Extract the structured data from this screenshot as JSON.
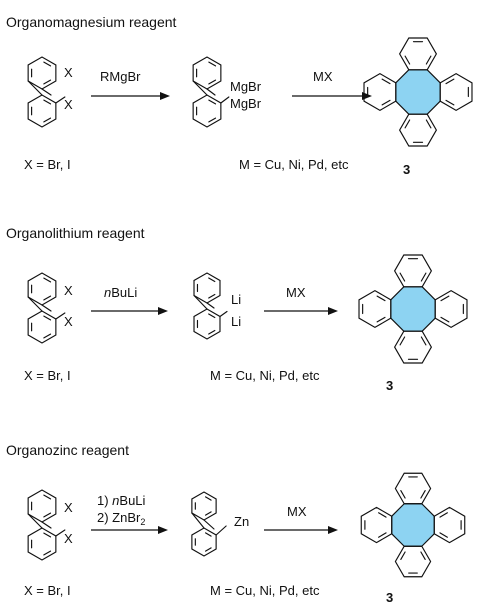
{
  "colors": {
    "cot_fill": "#8dd3f2",
    "new_bond": "#e0342b",
    "ink": "#111111"
  },
  "sections": [
    {
      "title": "Organomagnesium reagent",
      "substrate_sub1": "X",
      "substrate_sub2": "X",
      "substrate_caption": "X = Br, I",
      "reagent1_line1": "RMgBr",
      "reagent1_line2": "",
      "intermediate_label1": "MgBr",
      "intermediate_label2": "MgBr",
      "intermediate_bridge": "",
      "reagent2": "MX",
      "catalyst_caption": "M = Cu, Ni, Pd, etc",
      "product_number": "3"
    },
    {
      "title": "Organolithium reagent",
      "substrate_sub1": "X",
      "substrate_sub2": "X",
      "substrate_caption": "X = Br, I",
      "reagent1_line1": "nBuLi",
      "reagent1_line2": "",
      "intermediate_label1": "Li",
      "intermediate_label2": "Li",
      "intermediate_bridge": "",
      "reagent2": "MX",
      "catalyst_caption": "M = Cu, Ni, Pd, etc",
      "product_number": "3"
    },
    {
      "title": "Organozinc reagent",
      "substrate_sub1": "X",
      "substrate_sub2": "X",
      "substrate_caption": "X = Br, I",
      "reagent1_line1": "1) nBuLi",
      "reagent1_line2": "2) ZnBr2",
      "intermediate_label1": "",
      "intermediate_label2": "",
      "intermediate_bridge": "Zn",
      "reagent2": "MX",
      "catalyst_caption": "M = Cu, Ni, Pd, etc",
      "product_number": "3"
    }
  ]
}
